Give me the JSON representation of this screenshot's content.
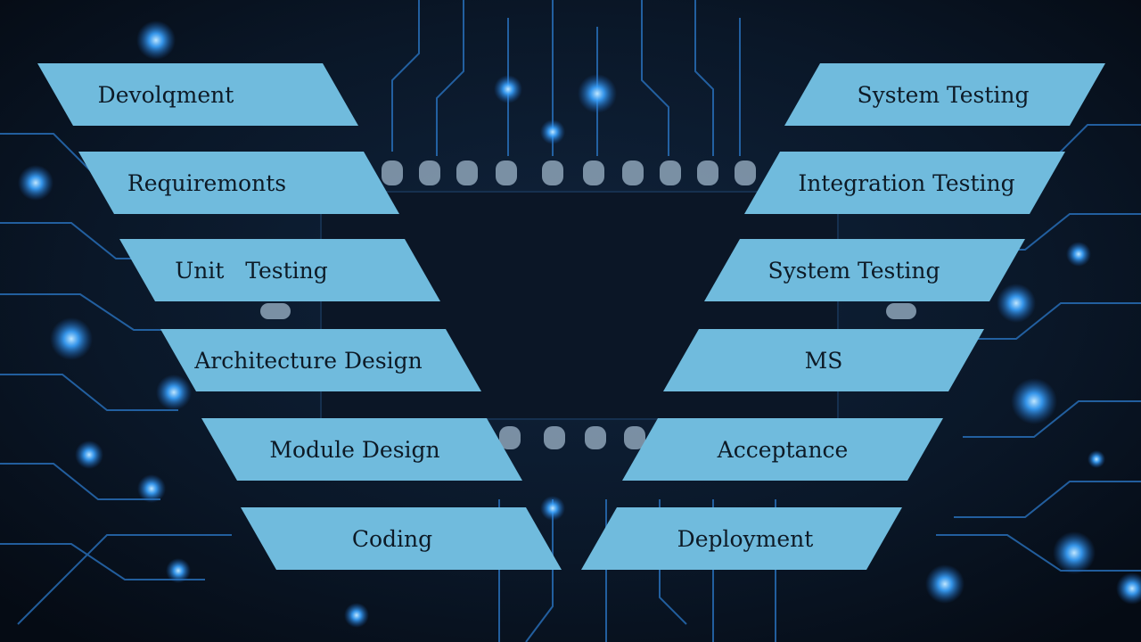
{
  "left_stages": [
    {
      "label": "Devolqment"
    },
    {
      "label": "Requiremonts"
    },
    {
      "label": "Unit   Testing"
    },
    {
      "label": "Architecture Design"
    },
    {
      "label": "Module Design"
    },
    {
      "label": "Coding"
    }
  ],
  "right_stages": [
    {
      "label": "System Testing"
    },
    {
      "label": "Integration Testing"
    },
    {
      "label": "System Testing"
    },
    {
      "label": "MS"
    },
    {
      "label": "Acceptance"
    },
    {
      "label": "Deployment"
    }
  ],
  "colors": {
    "background": "#08121f",
    "box_fill": "#70bbdd",
    "box_text": "#0d1a26",
    "circuit_line": "#2b78c8",
    "glow": "#3aa3ff",
    "chip": "#0b1626"
  }
}
